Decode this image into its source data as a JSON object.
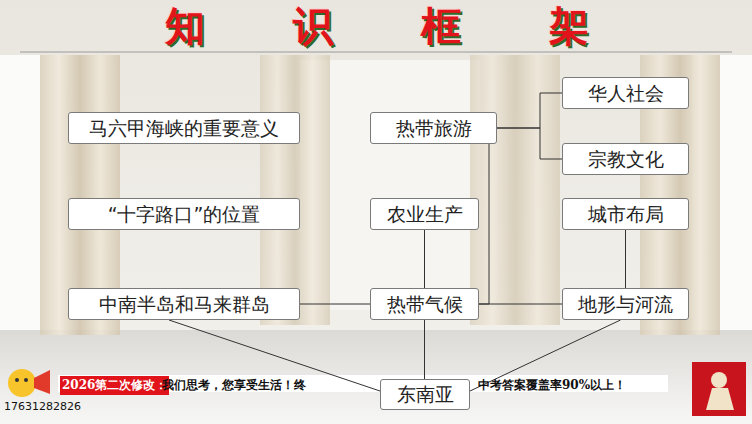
{
  "diagram": {
    "title": "知识框架",
    "nodes": [
      {
        "text": [
          "华人社会"
        ]
      },
      {
        "text": [
          "马六甲海峡的重要意义"
        ]
      },
      {
        "text": [
          "热带旅游"
        ]
      },
      {
        "text": [
          "宗教文化"
        ]
      },
      {
        "text": [
          "“十字路口”的位置"
        ]
      },
      {
        "text": [
          "农业生产"
        ]
      },
      {
        "text": [
          "城市布局"
        ]
      },
      {
        "text": [
          "中南半岛和马来群岛"
        ]
      },
      {
        "text": [
          "热带气候"
        ]
      },
      {
        "text": [
          "地形与河流"
        ]
      },
      {
        "text": [
          "东南亚"
        ]
      }
    ],
    "edges": [
      {
        "from": 2,
        "to": 0,
        "arrow": "none"
      },
      {
        "from": 2,
        "to": 3,
        "arrow": "none"
      },
      {
        "from": 2,
        "to": 8,
        "arrow": "none"
      },
      {
        "from": 5,
        "to": 8,
        "arrow": "none"
      },
      {
        "from": 7,
        "to": 8,
        "arrow": "none"
      },
      {
        "from": 8,
        "to": 9,
        "arrow": "none"
      },
      {
        "from": 6,
        "to": 9,
        "arrow": "none"
      },
      {
        "from": 10,
        "to": 7,
        "arrow": "none"
      },
      {
        "from": 10,
        "to": 8,
        "arrow": "none"
      },
      {
        "from": 10,
        "to": 9,
        "arrow": "none"
      }
    ],
    "labels": [
      "2026第二次修改：",
      "我们思考，您享受生活！终",
      "中考答案覆盖率90%以上！",
      "17631282826"
    ]
  }
}
